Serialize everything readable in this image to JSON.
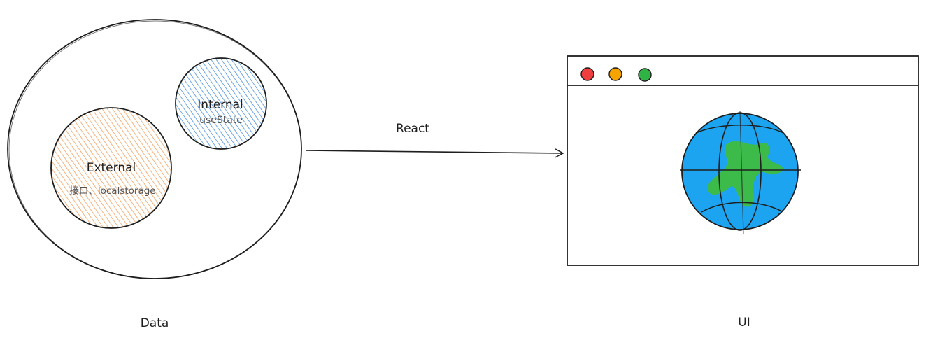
{
  "labels": {
    "data": "Data",
    "ui": "UI",
    "arrow": "React",
    "internal_title": "Internal",
    "internal_sub": "useState",
    "external_title": "External",
    "external_sub": "接口、localstorage"
  },
  "colors": {
    "stroke": "#1e1e1e",
    "internal_fill": "#4a90d9",
    "external_fill": "#f0a060",
    "dot_red": "#f03e3e",
    "dot_yellow": "#f5a300",
    "dot_green": "#2fb344",
    "globe_ocean": "#1ca4f0",
    "globe_land": "#3dbb4a"
  },
  "icons": {
    "window": "browser-window-icon",
    "globe": "globe-icon"
  }
}
